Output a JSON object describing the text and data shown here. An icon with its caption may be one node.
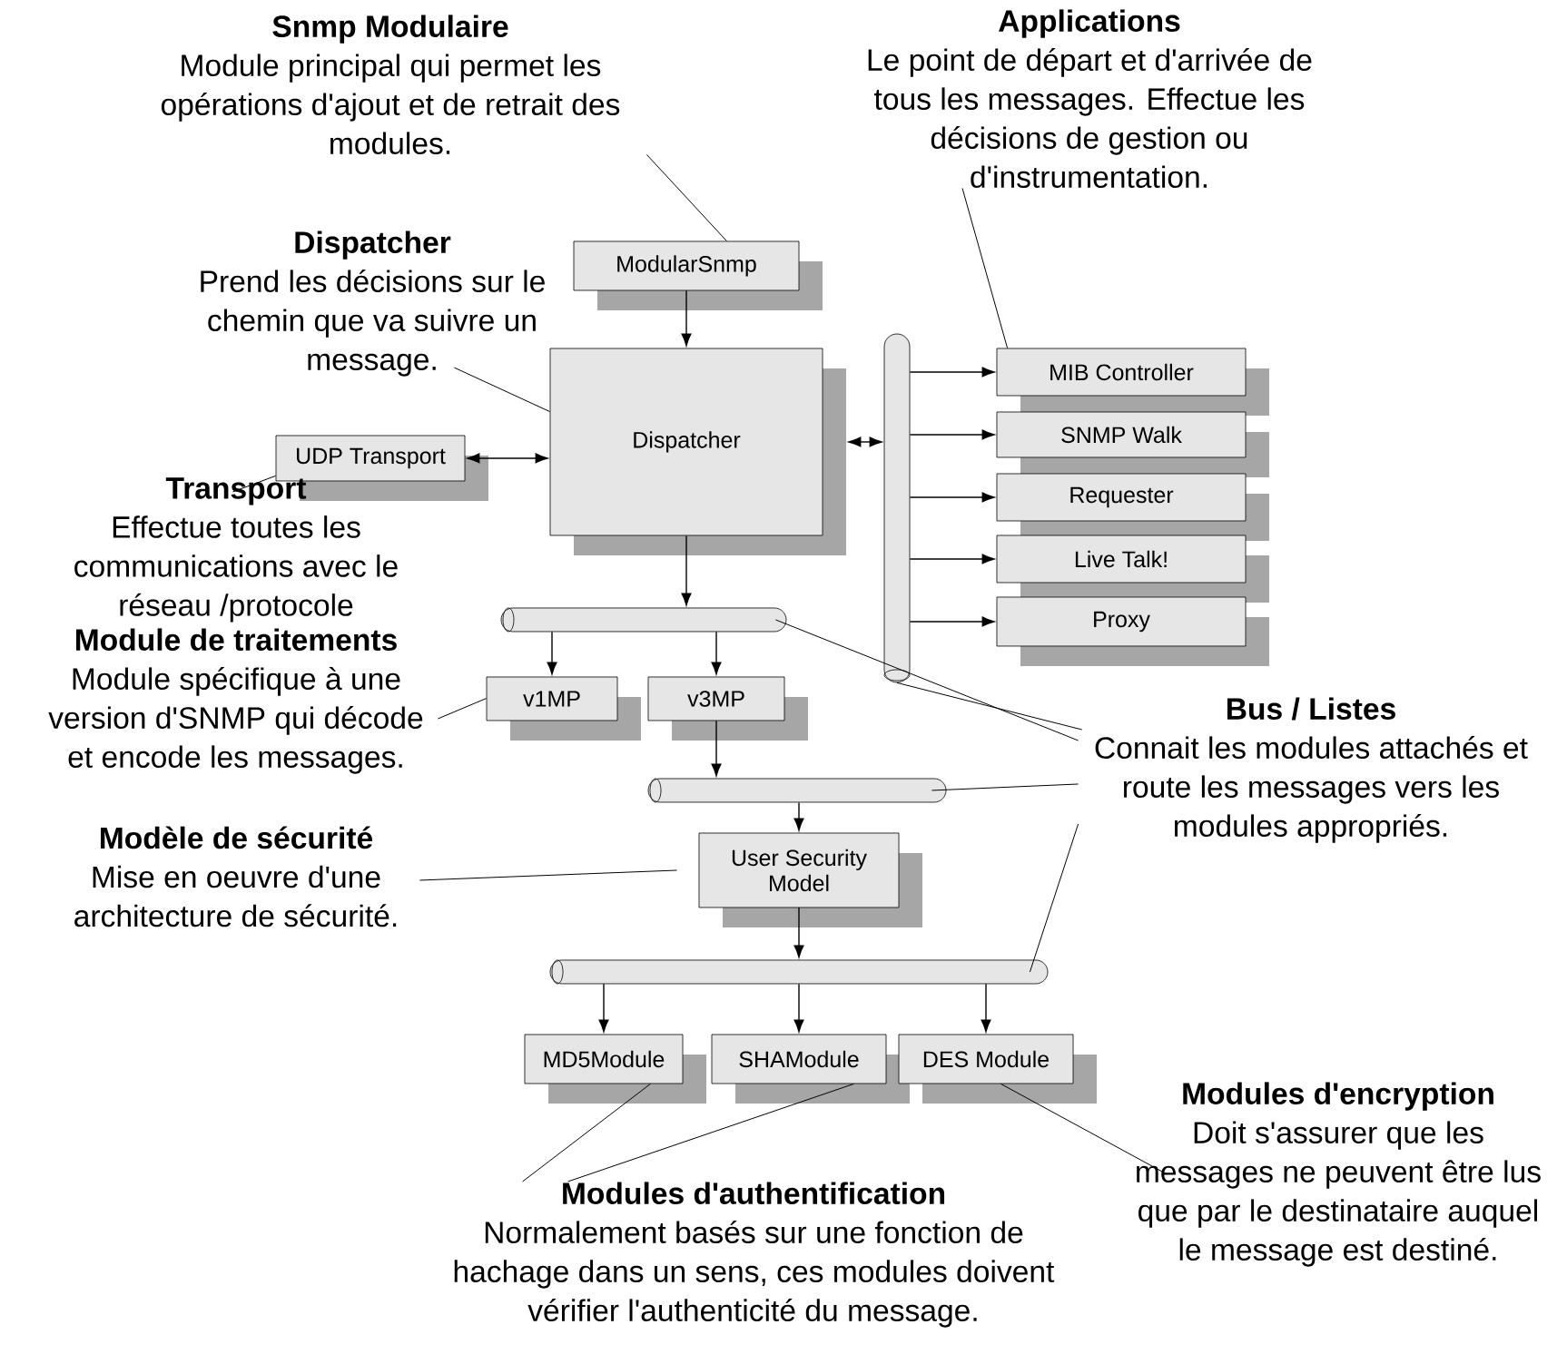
{
  "diagram": {
    "nodes": [
      {
        "text": [
          "Snmp Modulaire",
          "Module principal qui permet les opérations d'ajout et de retrait des modules."
        ]
      },
      {
        "text": [
          "Applications",
          "Le point de départ et d'arrivée de tous les messages. Effectue les décisions de gestion ou d'instrumentation."
        ]
      },
      {
        "text": [
          "Dispatcher",
          "Prend les décisions sur le chemin que va suivre un message."
        ]
      },
      {
        "text": [
          "ModularSnmp"
        ]
      },
      {
        "text": [
          "Dispatcher"
        ]
      },
      {
        "text": [],
        "shape": "cylinder"
      },
      {
        "text": [
          "MIB Controller"
        ]
      },
      {
        "text": [
          "SNMP Walk"
        ]
      },
      {
        "text": [
          "Requester"
        ]
      },
      {
        "text": [
          "Live Talk!"
        ]
      },
      {
        "text": [
          "Proxy"
        ]
      },
      {
        "text": [
          "UDP Transport"
        ]
      },
      {
        "text": [
          "Transport",
          "Effectue toutes les communications avec le réseau /protocole"
        ]
      },
      {
        "text": [],
        "shape": "cylinder"
      },
      {
        "text": [
          "Module de traitements",
          "Module spécifique à une version d'SNMP qui décode et encode les messages."
        ]
      },
      {
        "text": [
          "v1MP"
        ]
      },
      {
        "text": [
          "v3MP"
        ]
      },
      {
        "text": [],
        "shape": "cylinder"
      },
      {
        "text": [
          "Bus / Listes",
          "Connait les modules attachés et route les messages vers les modules appropriés."
        ]
      },
      {
        "text": [
          "User Security Model"
        ]
      },
      {
        "text": [
          "Modèle de sécurité",
          "Mise en oeuvre d'une architecture de sécurité."
        ]
      },
      {
        "text": [],
        "shape": "cylinder"
      },
      {
        "text": [
          "MD5Module"
        ]
      },
      {
        "text": [
          "SHAModule"
        ]
      },
      {
        "text": [
          "DES Module"
        ]
      },
      {
        "text": [
          "Modules d'encryption",
          "Doit s'assurer que les messages ne peuvent être lus que par le destinataire auquel le message est destiné."
        ]
      },
      {
        "text": [
          "Modules d'authentification",
          "Normalement basés sur une fonction de hachage dans un sens, ces modules doivent vérifier l'authenticité du message."
        ]
      }
    ],
    "edges": [
      {
        "from": 3,
        "to": 4,
        "arrow": "to"
      },
      {
        "from": 11,
        "to": 4,
        "arrow": "both"
      },
      {
        "from": 4,
        "to": 5,
        "arrow": "both"
      },
      {
        "from": 5,
        "to": 6,
        "arrow": "to"
      },
      {
        "from": 5,
        "to": 7,
        "arrow": "to"
      },
      {
        "from": 5,
        "to": 8,
        "arrow": "to"
      },
      {
        "from": 5,
        "to": 9,
        "arrow": "to"
      },
      {
        "from": 5,
        "to": 10,
        "arrow": "to"
      },
      {
        "from": 4,
        "to": 13,
        "arrow": "to"
      },
      {
        "from": 13,
        "to": 15,
        "arrow": "to"
      },
      {
        "from": 13,
        "to": 16,
        "arrow": "to"
      },
      {
        "from": 16,
        "to": 17,
        "arrow": "to"
      },
      {
        "from": 17,
        "to": 19,
        "arrow": "to"
      },
      {
        "from": 19,
        "to": 21,
        "arrow": "to"
      },
      {
        "from": 21,
        "to": 22,
        "arrow": "to"
      },
      {
        "from": 21,
        "to": 23,
        "arrow": "to"
      },
      {
        "from": 21,
        "to": 24,
        "arrow": "to"
      },
      {
        "from": 0,
        "to": 3,
        "arrow": "none"
      },
      {
        "from": 1,
        "to": 6,
        "arrow": "none"
      },
      {
        "from": 2,
        "to": 4,
        "arrow": "none"
      },
      {
        "from": 12,
        "to": 11,
        "arrow": "none"
      },
      {
        "from": 14,
        "to": 15,
        "arrow": "none"
      },
      {
        "from": 20,
        "to": 19,
        "arrow": "none"
      },
      {
        "from": 18,
        "to": 13,
        "arrow": "none"
      },
      {
        "from": 18,
        "to": 17,
        "arrow": "none"
      },
      {
        "from": 18,
        "to": 21,
        "arrow": "none"
      },
      {
        "from": 18,
        "to": 5,
        "arrow": "none"
      },
      {
        "from": 25,
        "to": 24,
        "arrow": "none"
      },
      {
        "from": 26,
        "to": 22,
        "arrow": "none"
      },
      {
        "from": 26,
        "to": 23,
        "arrow": "none"
      }
    ]
  }
}
